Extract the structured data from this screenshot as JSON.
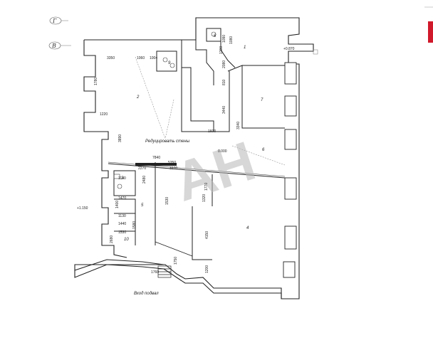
{
  "axes": {
    "g": "Г",
    "v": "В"
  },
  "dimensions": {
    "d1": "3350",
    "d2": "1060",
    "d3": "1004",
    "d4": "1780",
    "d5": "1220",
    "d6": "3890",
    "d7": "7840",
    "d8": "2270",
    "d9": "3270",
    "d10": "1770",
    "d11": "2480",
    "d12": "1320",
    "d13": "1470",
    "d14": "1400",
    "d15": "1130",
    "d16": "1530",
    "d17": "1580",
    "d18": "1530",
    "d19": "1750",
    "d20": "2680",
    "d21": "3440",
    "d22": "3340",
    "d23": "1600",
    "d24": "4150",
    "d25": "1760",
    "d26": "1200",
    "d27": "1090",
    "d28": "1080",
    "d29": "5350",
    "d30": "2080",
    "d31": "810",
    "d32": "1440",
    "d33": "1140",
    "d34": "0.000",
    "d35": "1200"
  },
  "levels": {
    "left": "+1.150",
    "top_right": "+0.870"
  },
  "rooms": {
    "r1": "1",
    "r2": "2",
    "r3": "3",
    "r4": "4",
    "r5": "5",
    "r6": "6",
    "r7": "7",
    "r8": "8",
    "r9": "9",
    "r10": "10"
  },
  "notes": {
    "partition": "Редуцировать стены",
    "stairs": "Вход подвал"
  },
  "watermark": "АН",
  "colors": {
    "wall": "#222222",
    "accent": "#d0192b",
    "watermark": "#b8b8b8"
  }
}
